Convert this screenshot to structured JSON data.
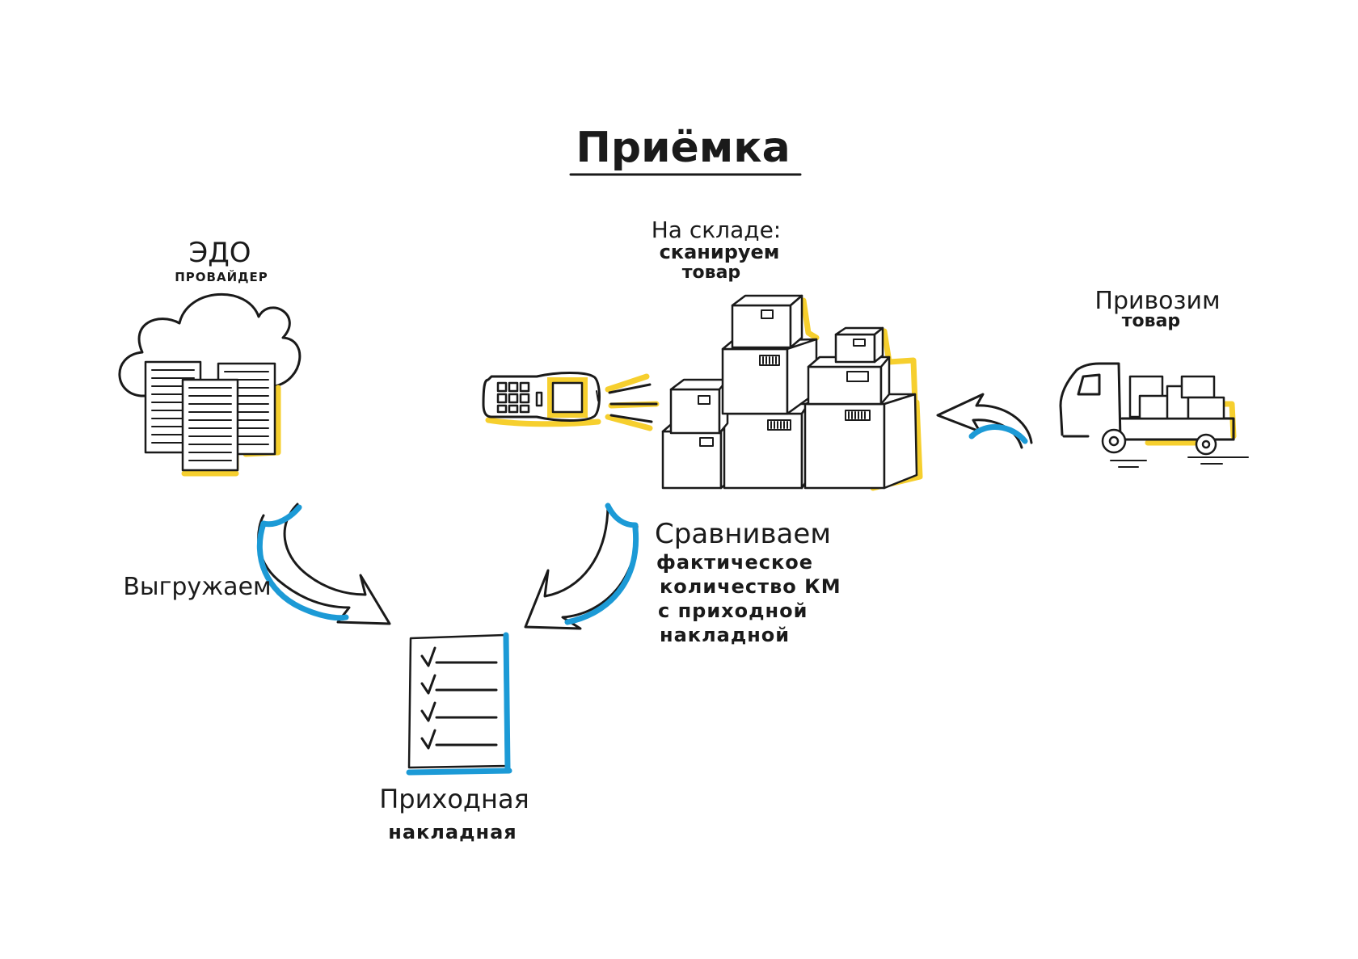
{
  "title": "Приёмка",
  "edo": {
    "label": "ЭДО",
    "sublabel": "ПРОВАЙДЕР"
  },
  "warehouse": {
    "line1": "На складе:",
    "line2": "сканируем",
    "line3": "товар"
  },
  "delivery": {
    "line1": "Привозим",
    "line2": "товар"
  },
  "unload_label": "Выгружаем",
  "compare": {
    "line1": "Сравниваем",
    "line2": "фактическое",
    "line3": "количество КМ",
    "line4": "с приходной",
    "line5": "накладной"
  },
  "invoice": {
    "line1": "Приходная",
    "line2": "накладная"
  },
  "colors": {
    "accent_blue": "#1c9ad6",
    "accent_yellow": "#f6cf2e",
    "ink": "#1a1a1a"
  }
}
